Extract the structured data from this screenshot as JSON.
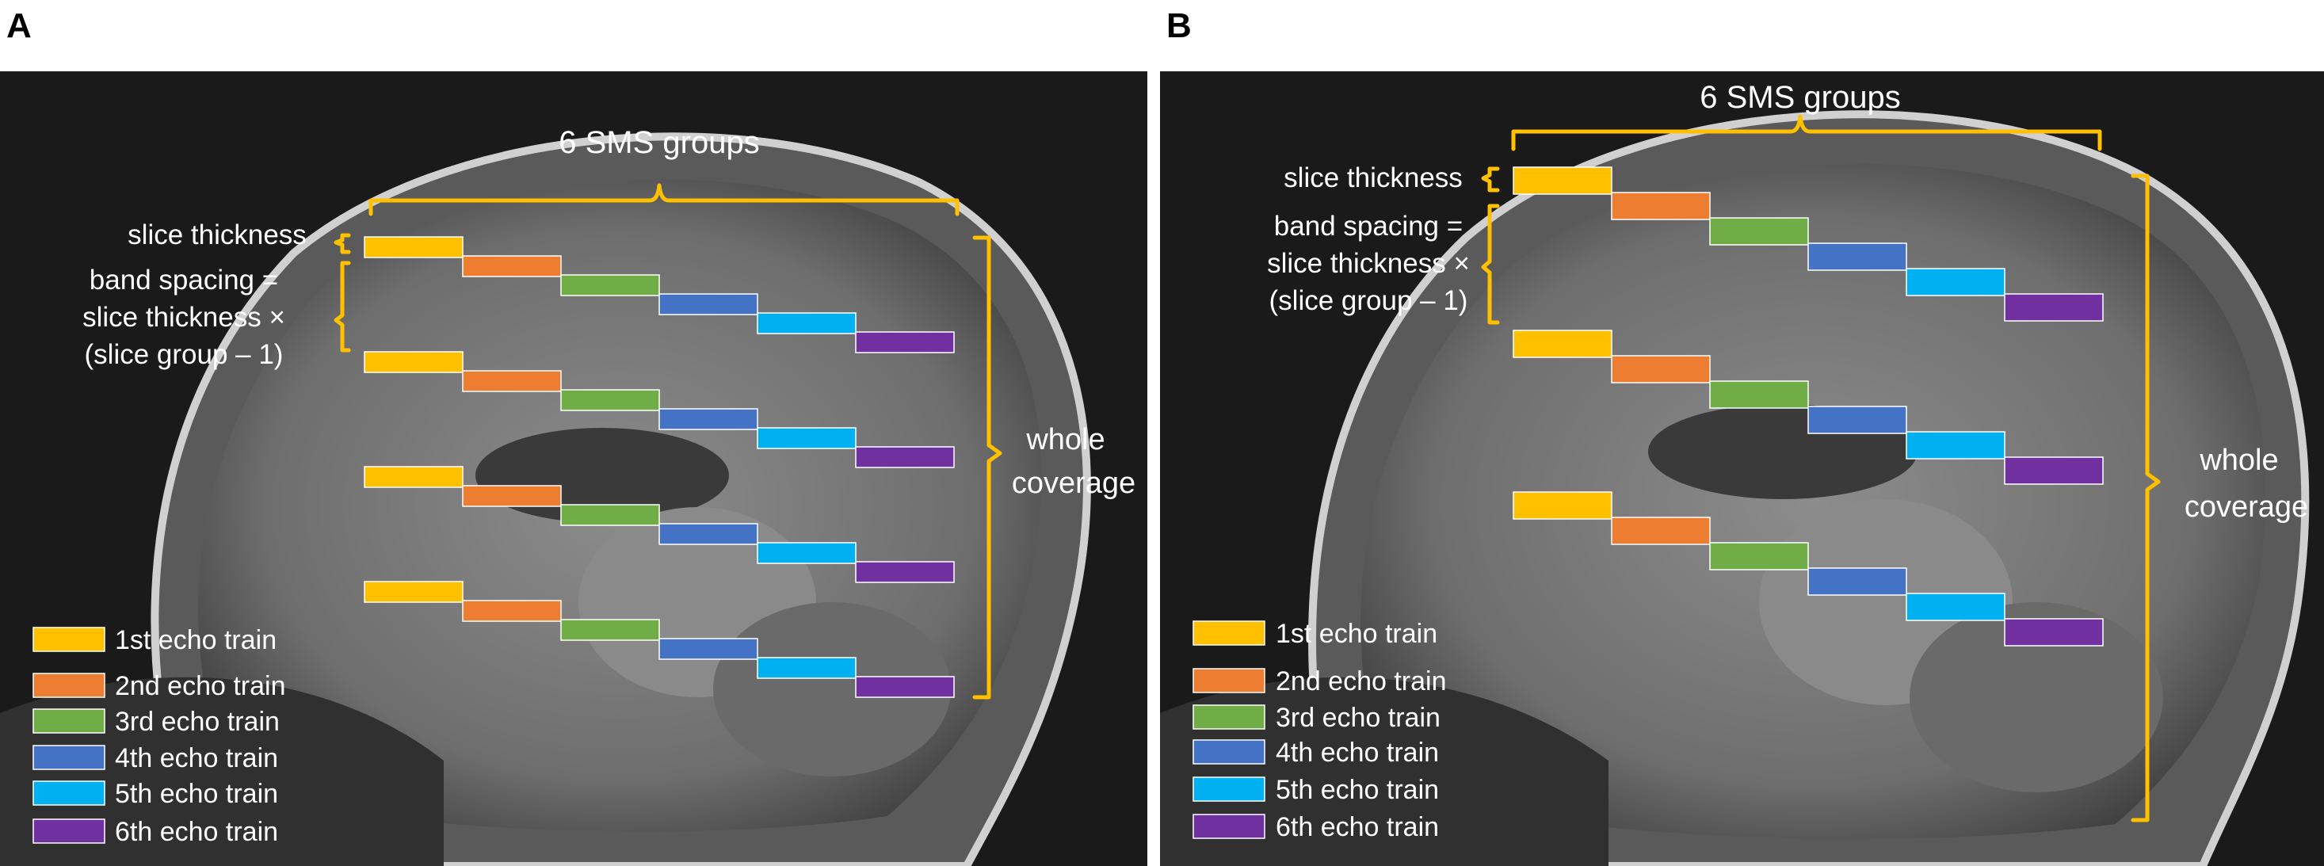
{
  "panels": [
    {
      "letter": "A",
      "groups_label": "6 SMS groups",
      "thickness_label": "slice thickness",
      "spacing_lines": [
        "band spacing =",
        "slice thickness ×",
        "(slice group – 1)"
      ],
      "coverage_lines": [
        "whole",
        "coverage"
      ],
      "bands_per_train": 4
    },
    {
      "letter": "B",
      "groups_label": "6 SMS groups",
      "thickness_label": "slice thickness",
      "spacing_lines": [
        "band spacing =",
        "slice thickness ×",
        "(slice group – 1)"
      ],
      "coverage_lines": [
        "whole",
        "coverage"
      ],
      "bands_per_train": 3
    }
  ],
  "legend": [
    {
      "label": "1st echo train",
      "color": "#ffc000"
    },
    {
      "label": "2nd echo train",
      "color": "#ed7d31"
    },
    {
      "label": "3rd echo train",
      "color": "#70ad47"
    },
    {
      "label": "4th echo train",
      "color": "#4472c4"
    },
    {
      "label": "5th echo train",
      "color": "#00b0f0"
    },
    {
      "label": "6th echo train",
      "color": "#7030a0"
    }
  ],
  "colors": {
    "bracket": "#ffc000",
    "label_text": "#ffffff",
    "mri_background": "#1a1a1a"
  }
}
